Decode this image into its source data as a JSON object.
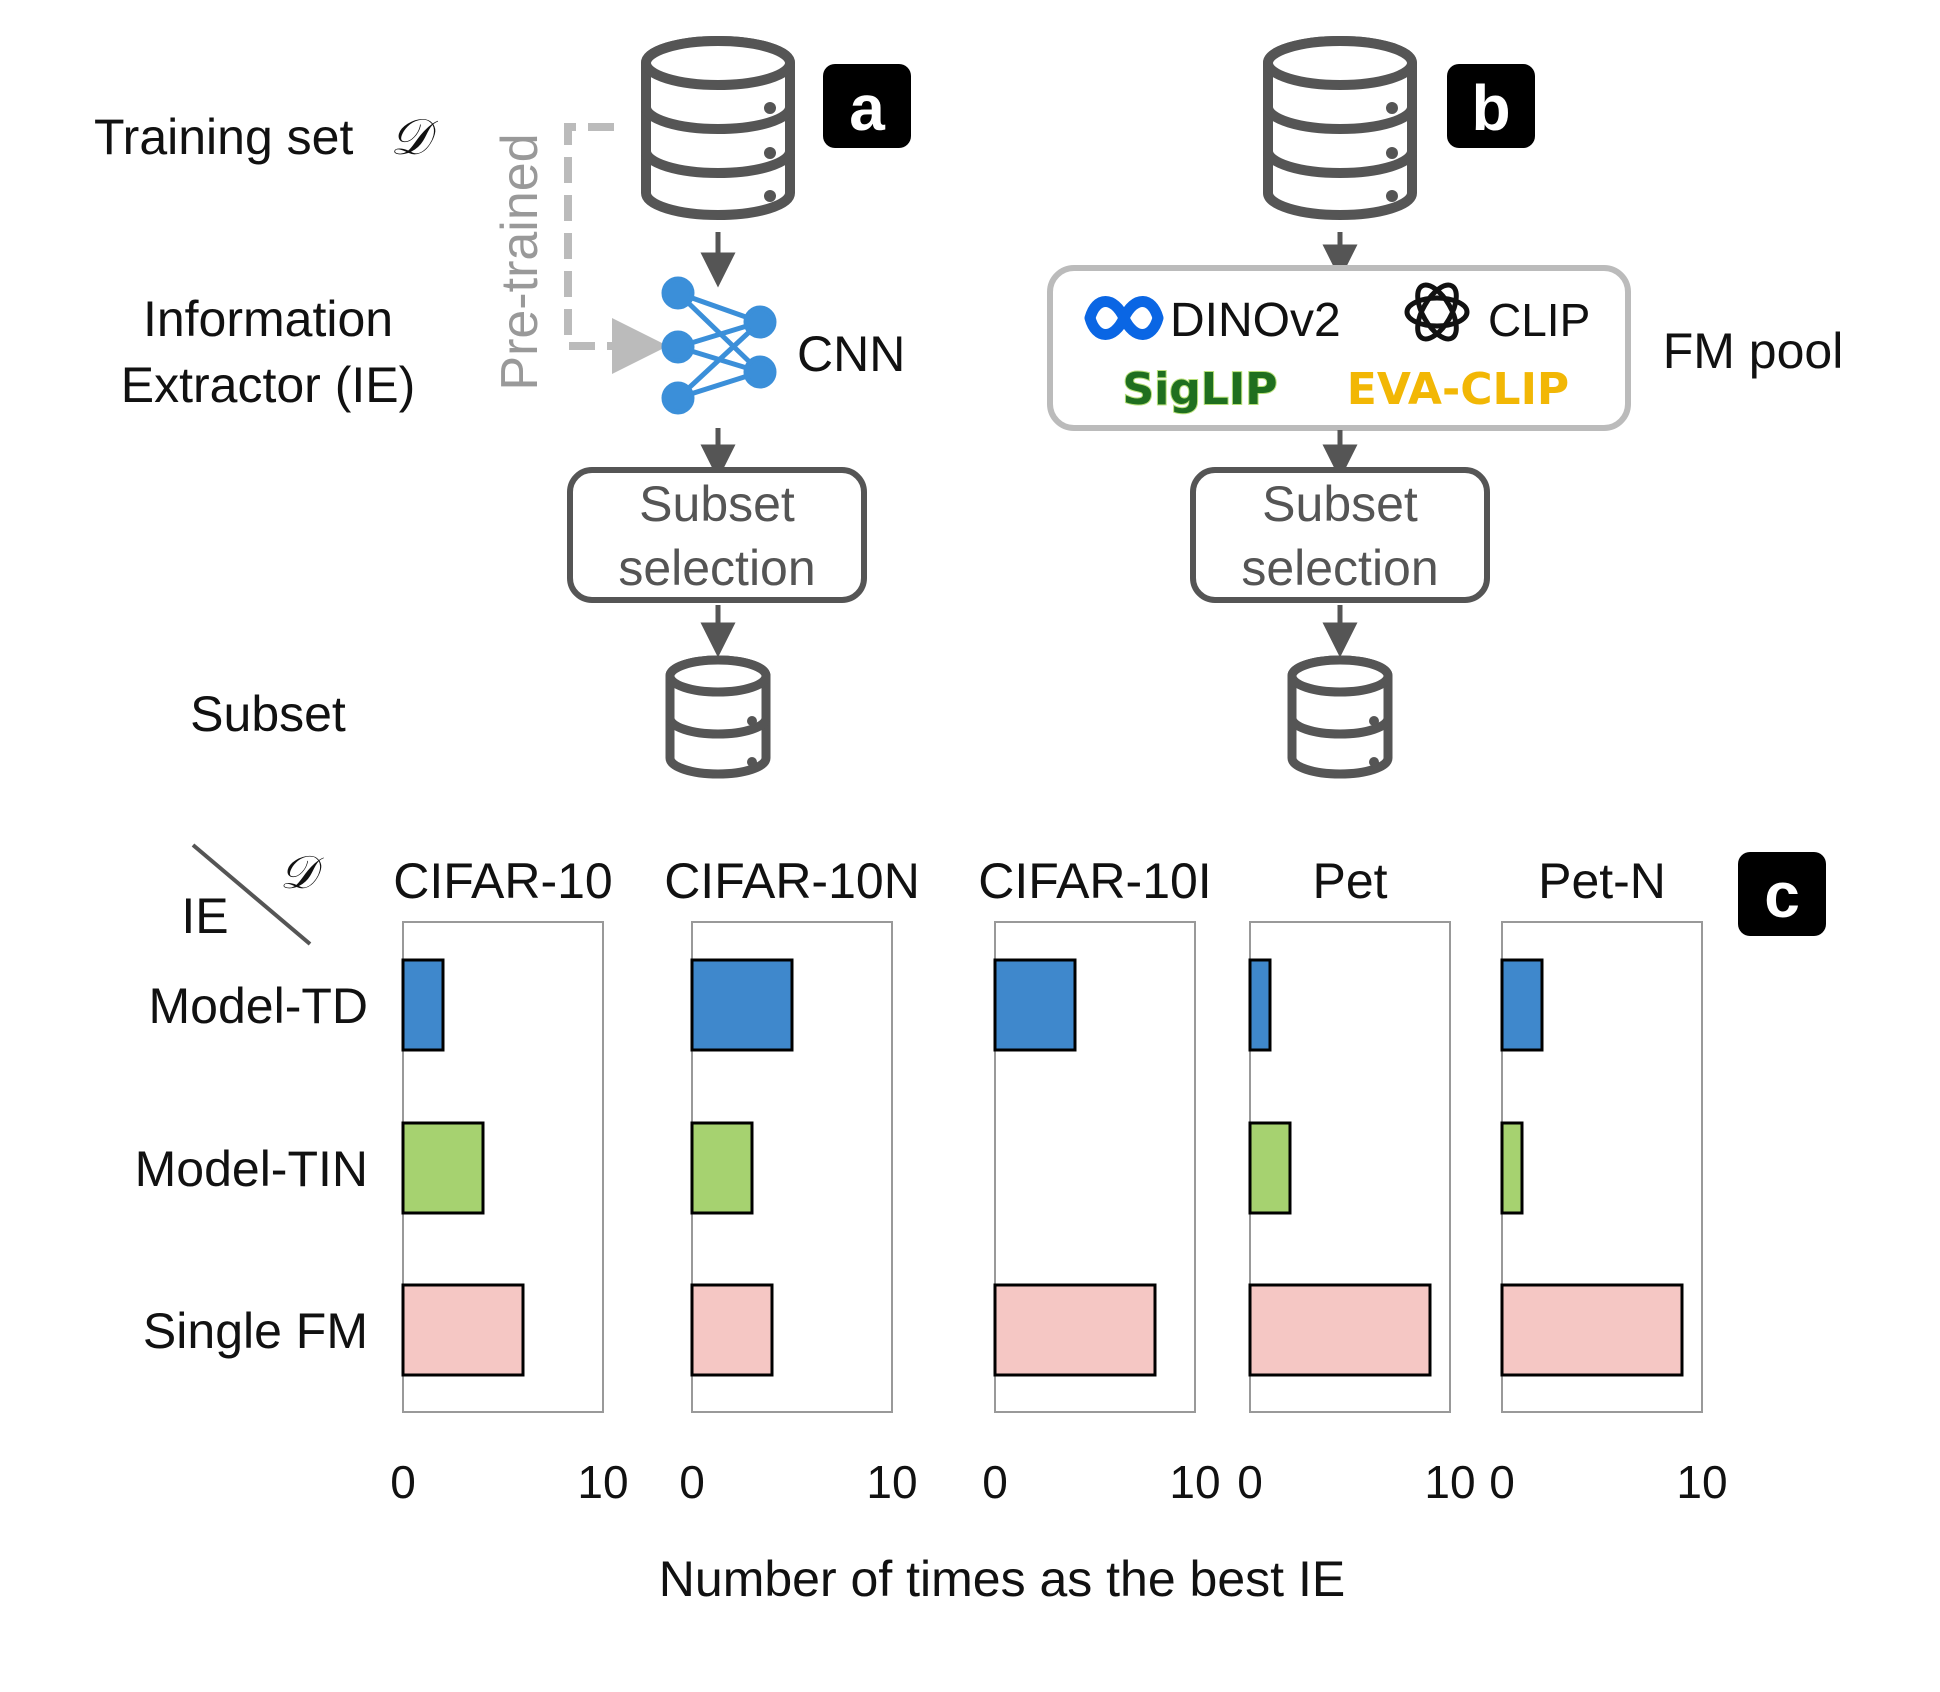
{
  "row_labels": {
    "training_set": "Training set",
    "dataset_symbol": "𝒟",
    "ie_line1": "Information",
    "ie_line2": "Extractor (IE)",
    "subset": "Subset"
  },
  "panel_a": {
    "badge": "a",
    "pretrained": "Pre-trained",
    "network": "CNN",
    "selection_line1": "Subset",
    "selection_line2": "selection"
  },
  "panel_b": {
    "badge": "b",
    "pool_label": "FM pool",
    "models": [
      {
        "name": "DINOv2",
        "icon": "meta-infinity-icon",
        "color": "#0a66e4"
      },
      {
        "name": "CLIP",
        "icon": "openai-knot-icon",
        "color": "#111111"
      },
      {
        "name": "SigLIP",
        "icon": "",
        "color": "#1f6f1f"
      },
      {
        "name": "EVA-CLIP",
        "icon": "",
        "color": "#f2b705"
      }
    ],
    "selection_line1": "Subset",
    "selection_line2": "selection"
  },
  "panel_c": {
    "badge": "c",
    "corner_row": "IE",
    "corner_col": "𝒟",
    "xlabel": "Number of times as the best IE"
  },
  "chart_data": {
    "type": "bar",
    "orientation": "horizontal",
    "categories": [
      "Model-TD",
      "Model-TIN",
      "Single FM"
    ],
    "colors": [
      "#3f88cc",
      "#a6d270",
      "#f5c7c4"
    ],
    "xlim": [
      0,
      10
    ],
    "xticks": [
      "0",
      "10"
    ],
    "xlabel": "Number of times as the best IE",
    "panels": [
      {
        "title": "CIFAR-10",
        "values": [
          2,
          4,
          6
        ]
      },
      {
        "title": "CIFAR-10N",
        "values": [
          5,
          3,
          4
        ]
      },
      {
        "title": "CIFAR-10I",
        "values": [
          4,
          0,
          8
        ]
      },
      {
        "title": "Pet",
        "values": [
          1,
          2,
          9
        ]
      },
      {
        "title": "Pet-N",
        "values": [
          2,
          1,
          9
        ]
      }
    ]
  }
}
